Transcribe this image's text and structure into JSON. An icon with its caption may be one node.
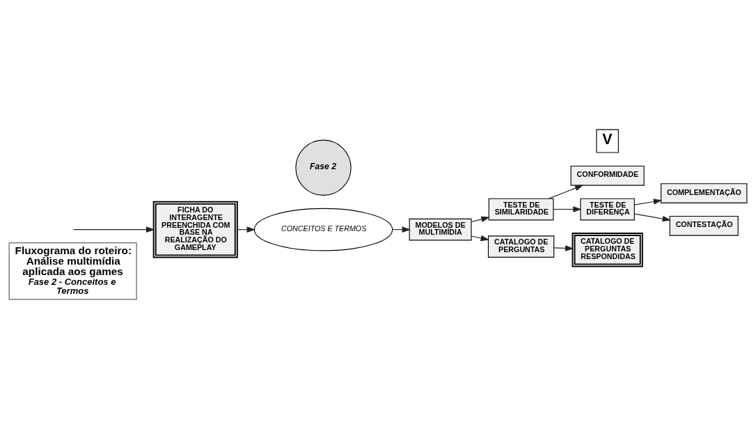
{
  "diagram": {
    "nodes": [
      {
        "text": [
          "Fluxograma do roteiro: Análise multimídia aplicada aos games",
          "Fase 2 - Conceitos e Termos"
        ]
      },
      {
        "text": [
          "FICHA DO INTERAGENTE PREENCHIDA COM BASE NA REALIZAÇÃO DO GAMEPLAY"
        ]
      },
      {
        "text": [
          "Fase 2"
        ]
      },
      {
        "text": [
          "CONCEITOS E TERMOS"
        ]
      },
      {
        "text": [
          "MODELOS DE MULTIMÍDIA"
        ]
      },
      {
        "text": [
          "TESTE DE SIMILARIDADE"
        ]
      },
      {
        "text": [
          "CONFORMIDADE"
        ]
      },
      {
        "text": [
          "TESTE DE DIFERENÇA"
        ]
      },
      {
        "text": [
          "COMPLEMENTAÇÃO"
        ]
      },
      {
        "text": [
          "CONTESTAÇÃO"
        ]
      },
      {
        "text": [
          "CATALOGO DE PERGUNTAS"
        ]
      },
      {
        "text": [
          "V"
        ]
      },
      {
        "text": [
          "CATALOGO DE PERGUNTAS RESPONDIDAS"
        ]
      }
    ],
    "edges": [
      {
        "from": null,
        "to": 1,
        "arrow": "to"
      },
      {
        "from": 1,
        "to": 3,
        "arrow": "to"
      },
      {
        "from": 3,
        "to": 4,
        "arrow": "to"
      },
      {
        "from": 4,
        "to": 5,
        "arrow": "to"
      },
      {
        "from": 5,
        "to": 6,
        "arrow": "to"
      },
      {
        "from": 5,
        "to": 7,
        "arrow": "to"
      },
      {
        "from": 7,
        "to": 8,
        "arrow": "to"
      },
      {
        "from": 7,
        "to": 9,
        "arrow": "to"
      },
      {
        "from": 4,
        "to": 10,
        "arrow": "to"
      },
      {
        "from": 10,
        "to": 12,
        "arrow": "to"
      }
    ]
  }
}
